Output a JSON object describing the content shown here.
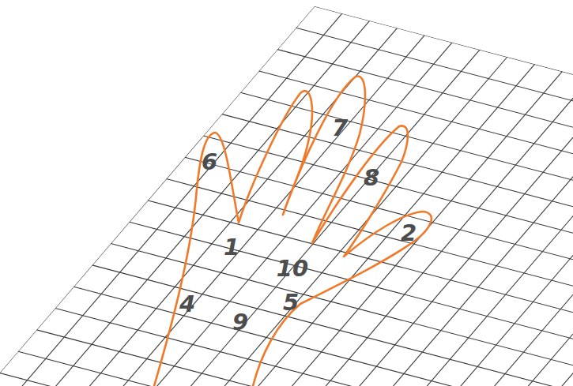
{
  "diagram": {
    "labels": [
      "7",
      "6",
      "8",
      "2",
      "1",
      "10",
      "5",
      "4",
      "9"
    ]
  }
}
